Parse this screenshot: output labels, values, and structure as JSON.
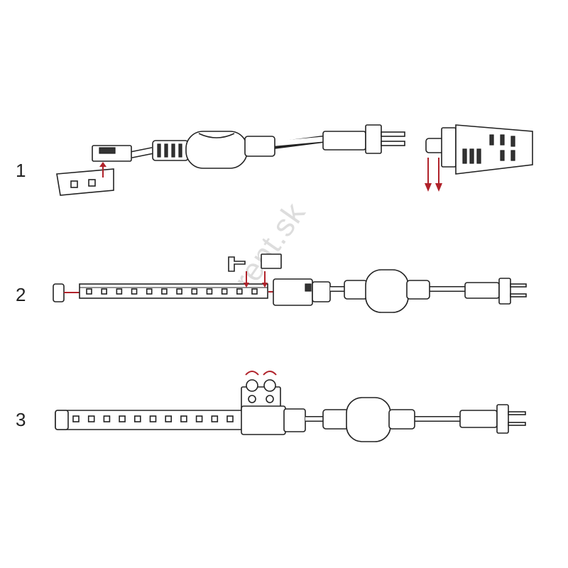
{
  "steps": [
    {
      "label": "1"
    },
    {
      "label": "2"
    },
    {
      "label": "3"
    }
  ],
  "watermark": "rent.sk",
  "colors": {
    "arrow": "#b0222a",
    "line": "#222222"
  },
  "leds_step2": 12,
  "leds_step3": 11
}
